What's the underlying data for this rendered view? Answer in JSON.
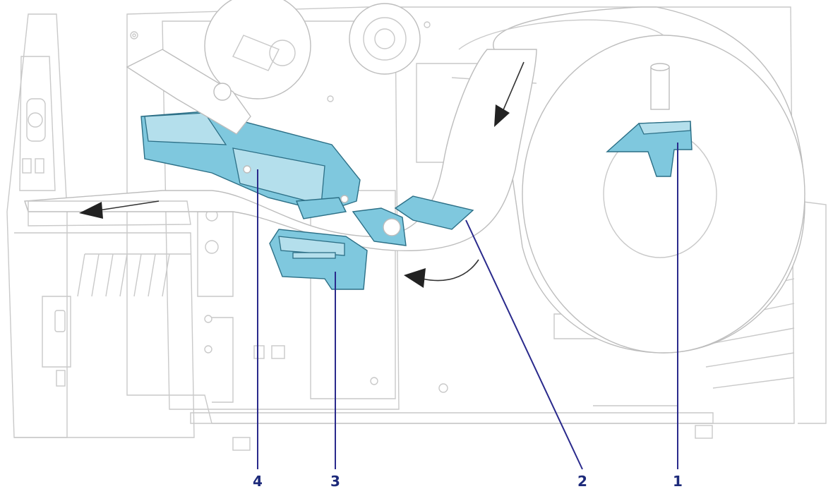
{
  "callouts": [
    {
      "id": "c1",
      "label": "1"
    },
    {
      "id": "c2",
      "label": "2"
    },
    {
      "id": "c3",
      "label": "3"
    },
    {
      "id": "c4",
      "label": "4"
    }
  ],
  "colors": {
    "highlight": "#7fc8de",
    "outline": "#c9c9c9",
    "leader": "#2a2a8c"
  }
}
